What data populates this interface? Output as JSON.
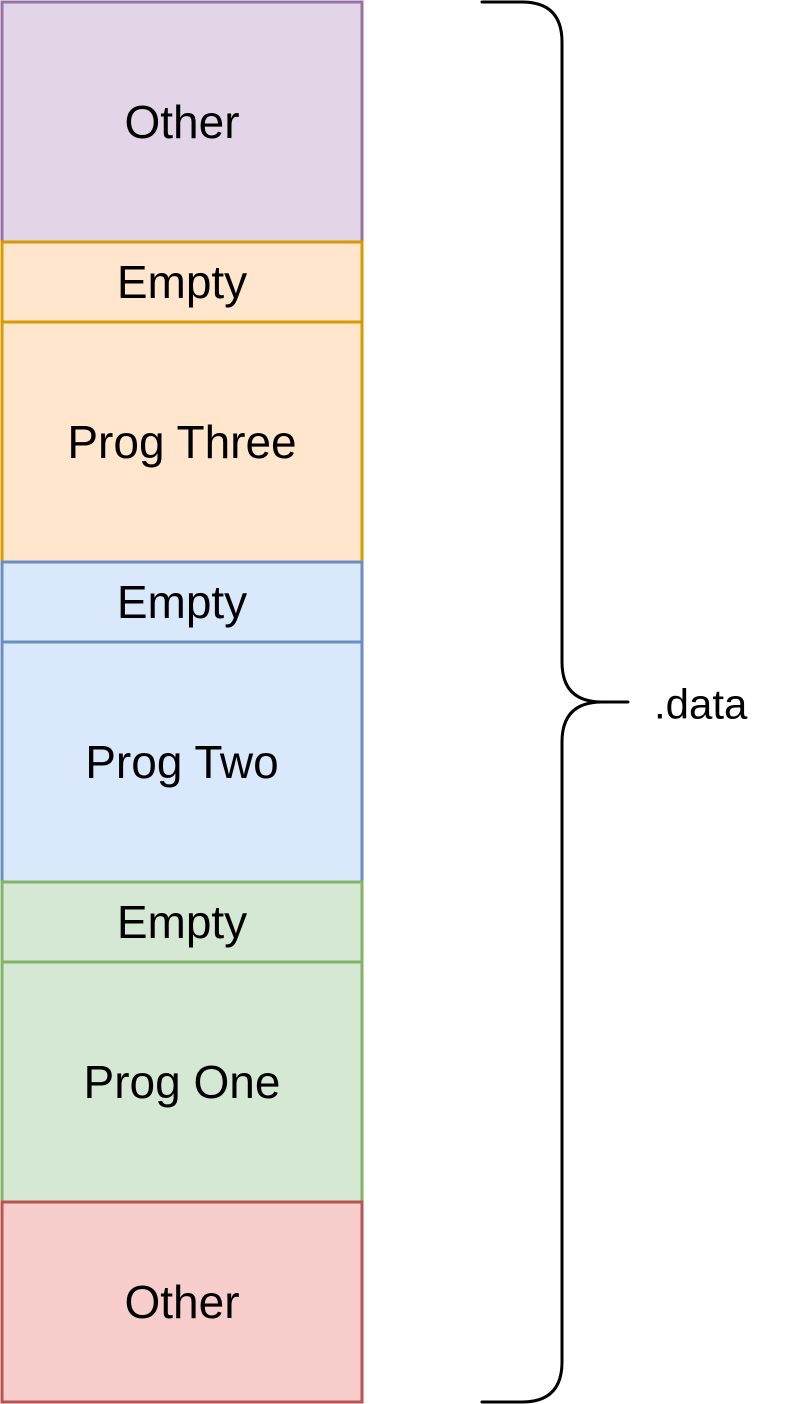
{
  "memory_stack": {
    "segments": [
      {
        "label": "Other",
        "fill": "#e1d5e7",
        "stroke": "#9673a6"
      },
      {
        "label": "Empty",
        "fill": "#ffe6cc",
        "stroke": "#d79b00"
      },
      {
        "label": "Prog Three",
        "fill": "#ffe6cc",
        "stroke": "#d79b00"
      },
      {
        "label": "Empty",
        "fill": "#dae8fc",
        "stroke": "#6c8ebf"
      },
      {
        "label": "Prog Two",
        "fill": "#dae8fc",
        "stroke": "#6c8ebf"
      },
      {
        "label": "Empty",
        "fill": "#d5e8d4",
        "stroke": "#82b366"
      },
      {
        "label": "Prog One",
        "fill": "#d5e8d4",
        "stroke": "#82b366"
      },
      {
        "label": "Other",
        "fill": "#f8cecc",
        "stroke": "#b85450"
      }
    ]
  },
  "brace": {
    "label": ".data",
    "color": "#000000"
  }
}
